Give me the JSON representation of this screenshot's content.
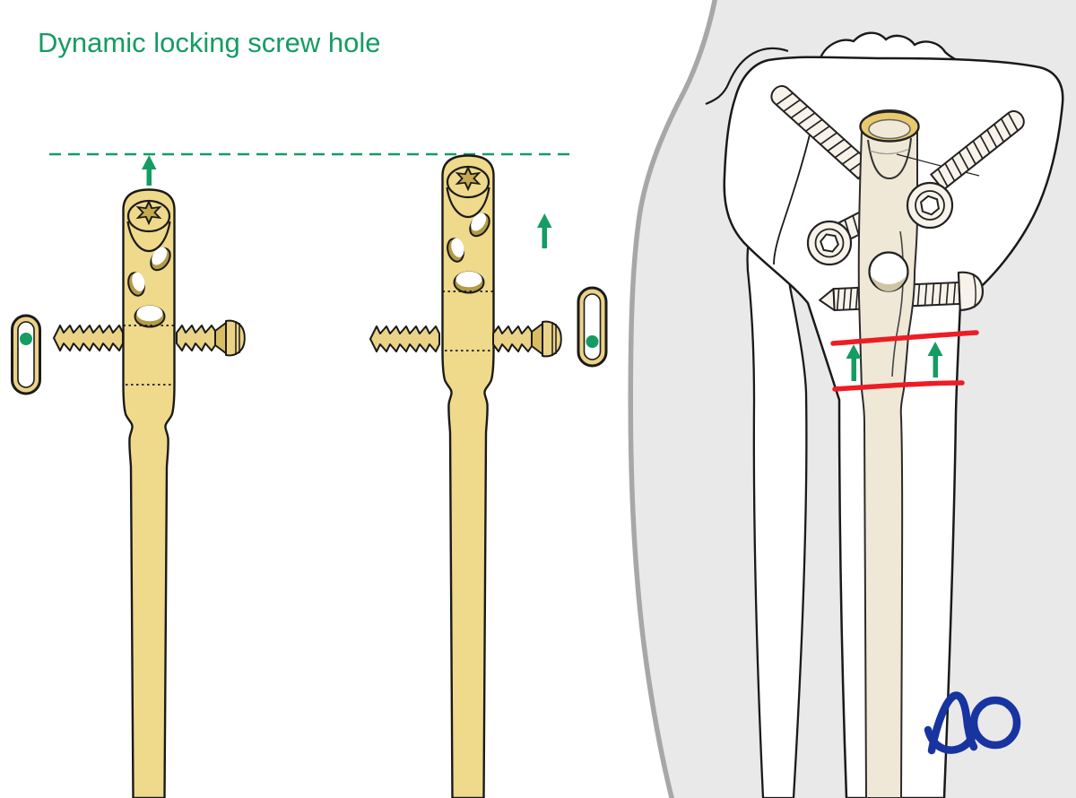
{
  "title": "Dynamic locking screw hole",
  "logo": {
    "text": "AO"
  },
  "palette": {
    "accent_green": "#149c63",
    "fracture_red": "#ee1c24",
    "logo_blue": "#1834a0",
    "implant_gold": "#efd98a",
    "implant_gold_dark": "#b49a44",
    "nail_cream": "#efe8d7",
    "ring_gold": "#e9c96e",
    "bone_white": "#ffffff",
    "silhouette_gray": "#e9e9ea",
    "silhouette_edge_gray": "#a7a7a7",
    "outline_black": "#1a1a1a"
  },
  "elements": {
    "left_panel": {
      "dashed_reference_line": "green dashed horizontal reference line",
      "nail_before": "locking nail below reference line, screw at top of dynamic slot",
      "nail_after": "locking nail advanced to reference line, screw at bottom of dynamic slot",
      "slot_indicator_before": "slot symbol with green dot at top",
      "slot_indicator_after": "slot symbol with green dot at bottom",
      "up_arrows": "green arrows showing upward nail travel"
    },
    "right_panel": {
      "bone": "proximal tibia and fibula in gray leg silhouette",
      "implants": "intramedullary nail with four locking screws",
      "fracture_lines": "two red segmental fracture lines",
      "up_arrows": "green arrows showing compression of segment"
    }
  }
}
